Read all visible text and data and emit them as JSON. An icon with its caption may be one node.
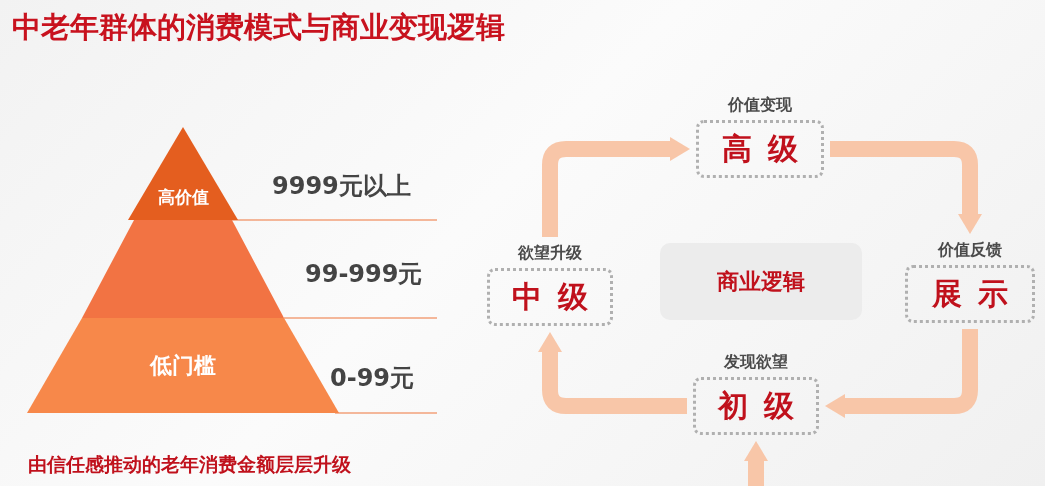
{
  "diagram": {
    "title": "中老年群体的消费模式与商业变现逻辑",
    "nodes": [
      {
        "text": [
          "高价值"
        ]
      },
      {
        "text": [],
        "shape": "trapezoid"
      },
      {
        "text": [
          "低门槛"
        ]
      },
      {
        "text": [
          "欲望升级",
          "中级"
        ]
      },
      {
        "text": [
          "价值变现",
          "高级"
        ]
      },
      {
        "text": [
          "价值反馈",
          "展示"
        ]
      },
      {
        "text": [
          "发现欲望",
          "初级"
        ]
      },
      {
        "text": [
          "商业逻辑"
        ]
      }
    ],
    "edges": [
      {
        "from": 3,
        "to": 4,
        "arrow": "to"
      },
      {
        "from": 4,
        "to": 5,
        "arrow": "to"
      },
      {
        "from": 5,
        "to": 6,
        "arrow": "to"
      },
      {
        "from": 6,
        "to": 3,
        "arrow": "to"
      },
      {
        "from": null,
        "to": 6,
        "arrow": "to"
      }
    ],
    "labels": [
      "9999元以上",
      "99-999元",
      "0-99元",
      "由信任感推动的老年消费金额层层升级"
    ]
  }
}
